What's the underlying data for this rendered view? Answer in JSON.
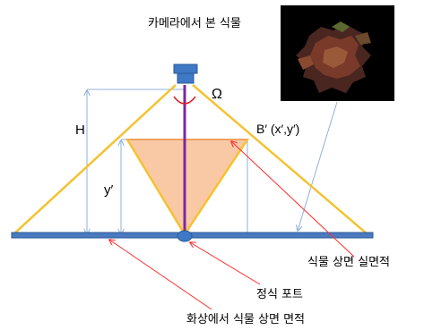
{
  "caption_camera_view": "카메라에서 본 식물",
  "label_height": "H",
  "label_angle": "Ω",
  "label_point": "B′ (x′,y′)",
  "label_y": "y′",
  "label_actual_area": "식물 상면 실면적",
  "label_pot": "정식 포트",
  "label_image_area": "화상에서 식물 상면 면적",
  "colors": {
    "field_of_view_lines": "#f5c230",
    "plant_triangle_fill": "#f9c9a6",
    "plant_triangle_stroke": "#f0a060",
    "ground_bar": "#4a7bc0",
    "camera": "#3f78c4",
    "center_pole": "#7a2a9a",
    "dimension_lines": "#8fb0d8",
    "callout_arrows": "#ff2a2a"
  }
}
